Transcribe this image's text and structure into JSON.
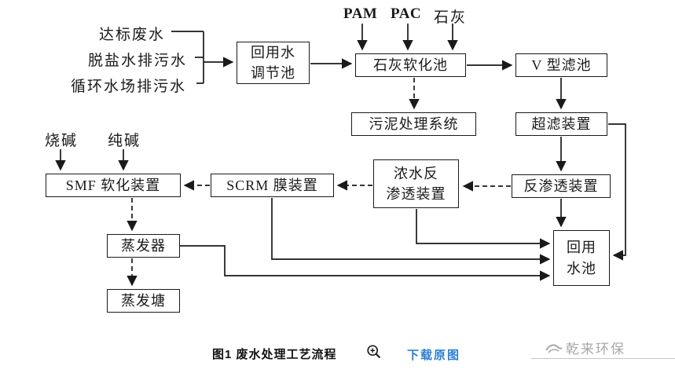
{
  "diagram": {
    "inputs": [
      "达标废水",
      "脱盐水排污水",
      "循环水场排污水"
    ],
    "dosing_top": [
      "PAM",
      "PAC",
      "石灰"
    ],
    "dosing_left": [
      "烧碱",
      "纯碱"
    ],
    "nodes": {
      "regulation_tank": "回用水\n调节池",
      "lime_tank": "石灰软化池",
      "v_filter": "V 型滤池",
      "sludge_system": "污泥处理系统",
      "ultrafiltration": "超滤装置",
      "reverse_osmosis": "反渗透装置",
      "conc_reverse_osmosis": "浓水反\n渗透装置",
      "scrm_membrane": "SCRM 膜装置",
      "smf_softening": "SMF 软化装置",
      "evaporator": "蒸发器",
      "evaporation_pond": "蒸发塘",
      "reuse_pool": "回用\n水池"
    },
    "footer": {
      "caption": "图1 废水处理工艺流程",
      "download_link": "下载原图",
      "watermark": "乾来环保"
    },
    "icons": {
      "zoom": "magnifier-zoom-in",
      "brand": "qianlai-logo"
    },
    "colors": {
      "line": "#1a1a1a",
      "link_blue": "#2b7fd2",
      "watermark_gray": "#a8a8a8"
    }
  }
}
